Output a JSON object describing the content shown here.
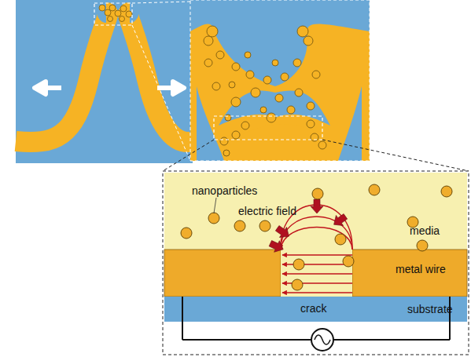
{
  "diagram": {
    "labels": [
      "nanoparticles",
      "electric field",
      "media",
      "metal wire",
      "crack",
      "substrate"
    ]
  }
}
